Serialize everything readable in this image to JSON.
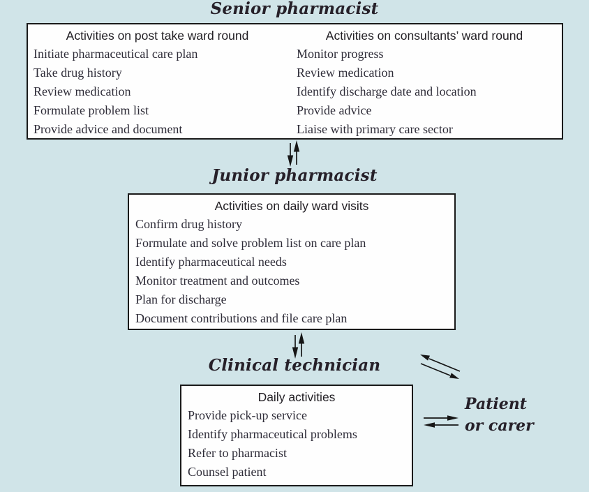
{
  "colors": {
    "background": "#d0e4e8",
    "box_background": "#fefefe",
    "border": "#1a1a1a",
    "title_text": "#262029",
    "item_text": "#2e2c38"
  },
  "titles": {
    "senior": "Senior pharmacist",
    "junior": "Junior pharmacist",
    "technician": "Clinical technician",
    "patient_line1": "Patient",
    "patient_line2": "or carer"
  },
  "boxes": {
    "senior_left": {
      "header": "Activities on post take ward round",
      "items": [
        "Initiate pharmaceutical care plan",
        "Take drug history",
        "Review medication",
        "Formulate problem list",
        "Provide advice and document"
      ]
    },
    "senior_right": {
      "header": "Activities on consultants’ ward round",
      "items": [
        "Monitor progress",
        "Review medication",
        "Identify discharge date and location",
        "Provide advice",
        "Liaise with primary care sector"
      ]
    },
    "junior": {
      "header": "Activities on daily ward visits",
      "items": [
        "Confirm drug history",
        "Formulate and solve problem list on care plan",
        "Identify pharmaceutical needs",
        "Monitor treatment and outcomes",
        "Plan for discharge",
        "Document contributions and file care plan"
      ]
    },
    "technician": {
      "header": "Daily activities",
      "items": [
        "Provide pick-up service",
        "Identify pharmaceutical problems",
        "Refer to pharmacist",
        "Counsel patient"
      ]
    }
  },
  "icons": {
    "vertical_exchange": "⇵",
    "diagonal_exchange": "⇄",
    "horizontal_exchange": "⇄"
  }
}
